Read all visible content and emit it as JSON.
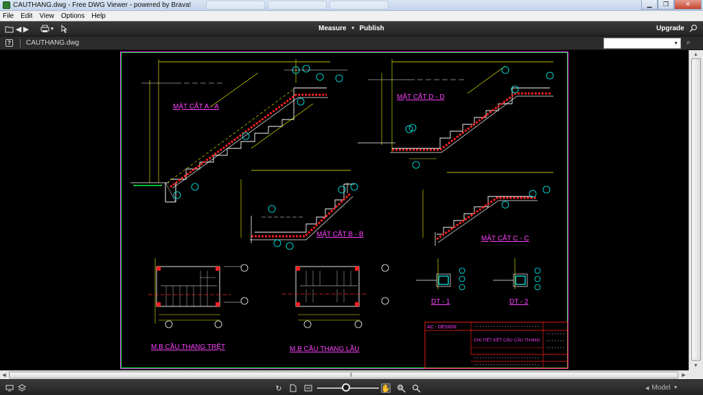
{
  "window": {
    "title": "CAUTHANG.dwg - Free DWG Viewer - powered by Brava!",
    "minimize": "▁",
    "maximize": "❐",
    "close": "✕"
  },
  "menu": [
    "File",
    "Edit",
    "View",
    "Options",
    "Help"
  ],
  "toolbar": {
    "measure": "Measure",
    "publish": "Publish",
    "upgrade": "Upgrade"
  },
  "tabrow": {
    "help": "?",
    "file_name": "CAUTHANG.dwg"
  },
  "drawing": {
    "labels": {
      "section_aa": "MẶT CẮT A - A",
      "section_dd": "MẶT CẮT D - D",
      "section_bb": "MẶT CẮT B - B",
      "section_cc": "MẶT CẮT C - C",
      "dt1": "DT - 1",
      "dt2": "DT - 2",
      "plan_ground": "M.B CẦU THANG TRỆT",
      "plan_upper": "M.B CẦU THANG LẦU",
      "title_block_company": "AC - DESIGN",
      "title_block_title": "CHI TIẾT KẾT CẤU CẦU THANG"
    },
    "colors": {
      "concrete": "#ff2020",
      "steel": "#ffffff",
      "dimension": "#ffff00",
      "label": "#ff40ff",
      "mark": "#00ffff",
      "sheet_border": "#ff20ff"
    }
  },
  "statusbar": {
    "model": "Model"
  }
}
